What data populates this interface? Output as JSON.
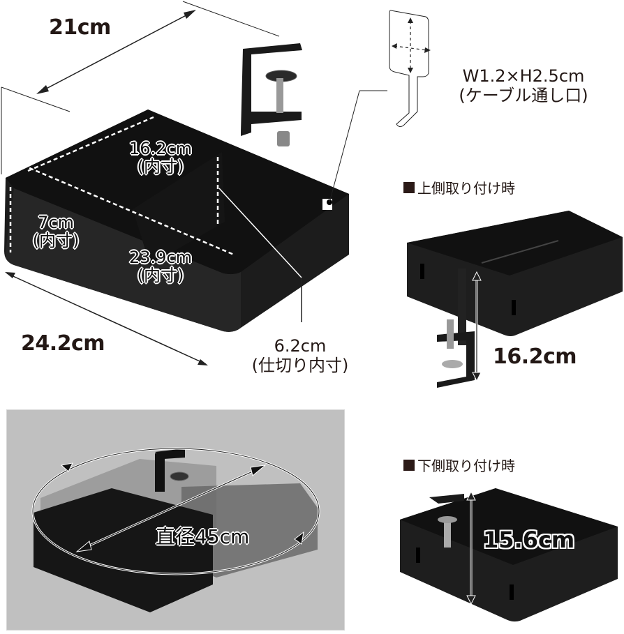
{
  "main_diagram": {
    "width_outer": "21cm",
    "length_outer": "24.2cm",
    "inner_width": {
      "value": "16.2cm",
      "note": "(内寸)"
    },
    "inner_length": {
      "value": "23.9cm",
      "note": "(内寸)"
    },
    "inner_height": {
      "value": "7cm",
      "note": "(内寸)"
    },
    "partition": {
      "value": "6.2cm",
      "note": "(仕切り内寸)"
    }
  },
  "cable_hole": {
    "size": "W1.2×H2.5cm",
    "note": "(ケーブル通し口)"
  },
  "top_mount": {
    "title": "上側取り付け時",
    "height": "16.2cm"
  },
  "rotation": {
    "label": "直径45cm"
  },
  "bottom_mount": {
    "title": "下側取り付け時",
    "height": "15.6cm"
  },
  "colors": {
    "product": "#1c1c1c",
    "panel_bg": "#c0c0c0",
    "text": "#231815"
  }
}
